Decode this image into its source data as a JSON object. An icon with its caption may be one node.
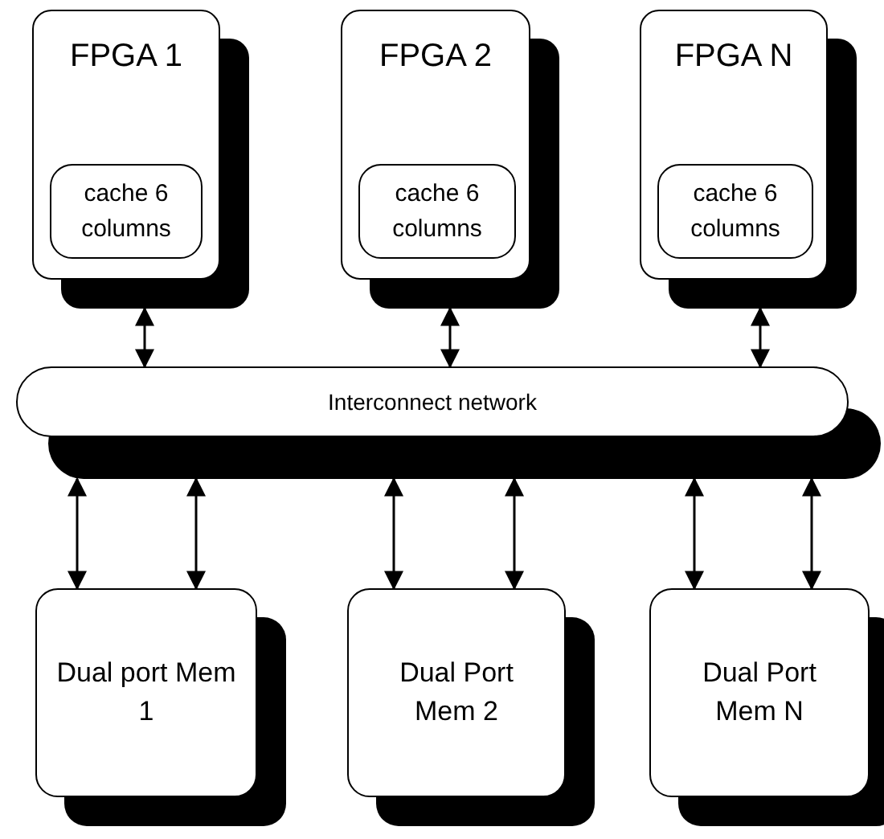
{
  "diagram": {
    "nodes": [
      {
        "text": [
          "FPGA 1"
        ]
      },
      {
        "text": [
          "cache 6 columns"
        ],
        "in": 0
      },
      {
        "text": [
          "FPGA 2"
        ]
      },
      {
        "text": [
          "cache 6 columns"
        ],
        "in": 2
      },
      {
        "text": [
          "FPGA N"
        ]
      },
      {
        "text": [
          "cache 6 columns"
        ],
        "in": 4
      },
      {
        "text": [
          "Interconnect network"
        ]
      },
      {
        "text": [
          "Dual port Mem 1"
        ]
      },
      {
        "text": [
          "Dual Port Mem 2"
        ]
      },
      {
        "text": [
          "Dual Port Mem N"
        ]
      }
    ],
    "edges": [
      {
        "from": 0,
        "to": 6,
        "arrow": "both"
      },
      {
        "from": 2,
        "to": 6,
        "arrow": "both"
      },
      {
        "from": 4,
        "to": 6,
        "arrow": "both"
      },
      {
        "from": 6,
        "to": 7,
        "arrow": "both"
      },
      {
        "from": 6,
        "to": 7,
        "arrow": "both"
      },
      {
        "from": 6,
        "to": 8,
        "arrow": "both"
      },
      {
        "from": 6,
        "to": 8,
        "arrow": "both"
      },
      {
        "from": 6,
        "to": 9,
        "arrow": "both"
      },
      {
        "from": 6,
        "to": 9,
        "arrow": "both"
      }
    ]
  }
}
